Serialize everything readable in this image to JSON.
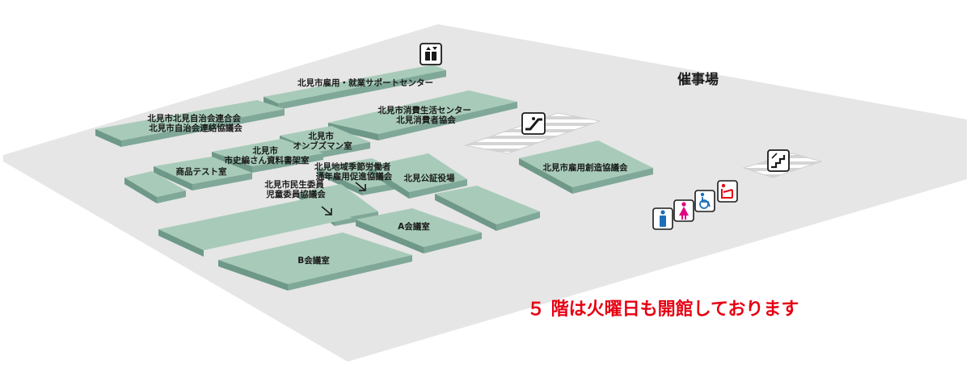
{
  "floor": {
    "hall_label": "催事場",
    "notice": "５ 階は火曜日も開館しております"
  },
  "rooms": {
    "employment_support": [
      "北見市雇用・就業サポートセンター"
    ],
    "neighborhood_assoc": [
      "北見市北見自治会連合会",
      "北見市自治会連絡協議会"
    ],
    "consumer_center": [
      "北見市消費生活センター",
      "北見消費者協会"
    ],
    "ombudsman": [
      "北見市",
      "オンブズマン室"
    ],
    "history_archive": [
      "北見市",
      "市史編さん資料書架室"
    ],
    "product_test": [
      "商品テスト室"
    ],
    "seasonal_workers": [
      "北見地域季節労働者",
      "通年雇用促進協議会"
    ],
    "welfare_commissioners": [
      "北見市民生委員",
      "児童委員協議会"
    ],
    "notary": [
      "北見公証役場"
    ],
    "employment_creation": [
      "北見市雇用創造協議会"
    ],
    "meeting_a": [
      "A会議室"
    ],
    "meeting_b": [
      "B会議室"
    ]
  },
  "icons": {
    "elevator": "elevator-icon",
    "escalator": "escalator-icon",
    "stairs": "stairs-icon",
    "restroom_men": "restroom-men-icon",
    "restroom_women": "restroom-women-icon",
    "accessible": "wheelchair-accessible-icon",
    "baby_care": "baby-care-icon"
  },
  "colors": {
    "floor": "#e6e6e6",
    "room_top": "#a8cbb9",
    "room_side": "#6e9888",
    "notice_red": "#e60012",
    "restroom_men_blue": "#1d70b8",
    "restroom_women_pink": "#e3007f",
    "accessible_blue": "#1d70b8",
    "baby_red": "#e60012"
  }
}
